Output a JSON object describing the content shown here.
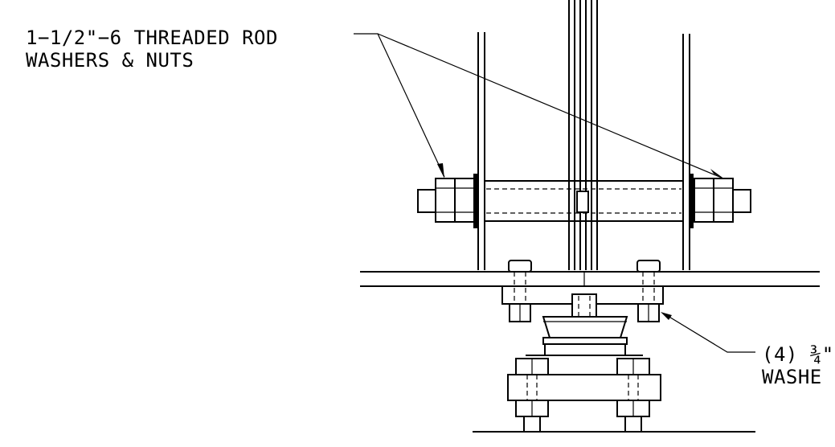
{
  "callouts": {
    "threaded_rod_line1": "1−1/2\"−6 THREADED ROD",
    "threaded_rod_line2": "WASHERS & NUTS",
    "anchor_line1": "(4) ¾\"",
    "anchor_line2": "WASHE"
  }
}
